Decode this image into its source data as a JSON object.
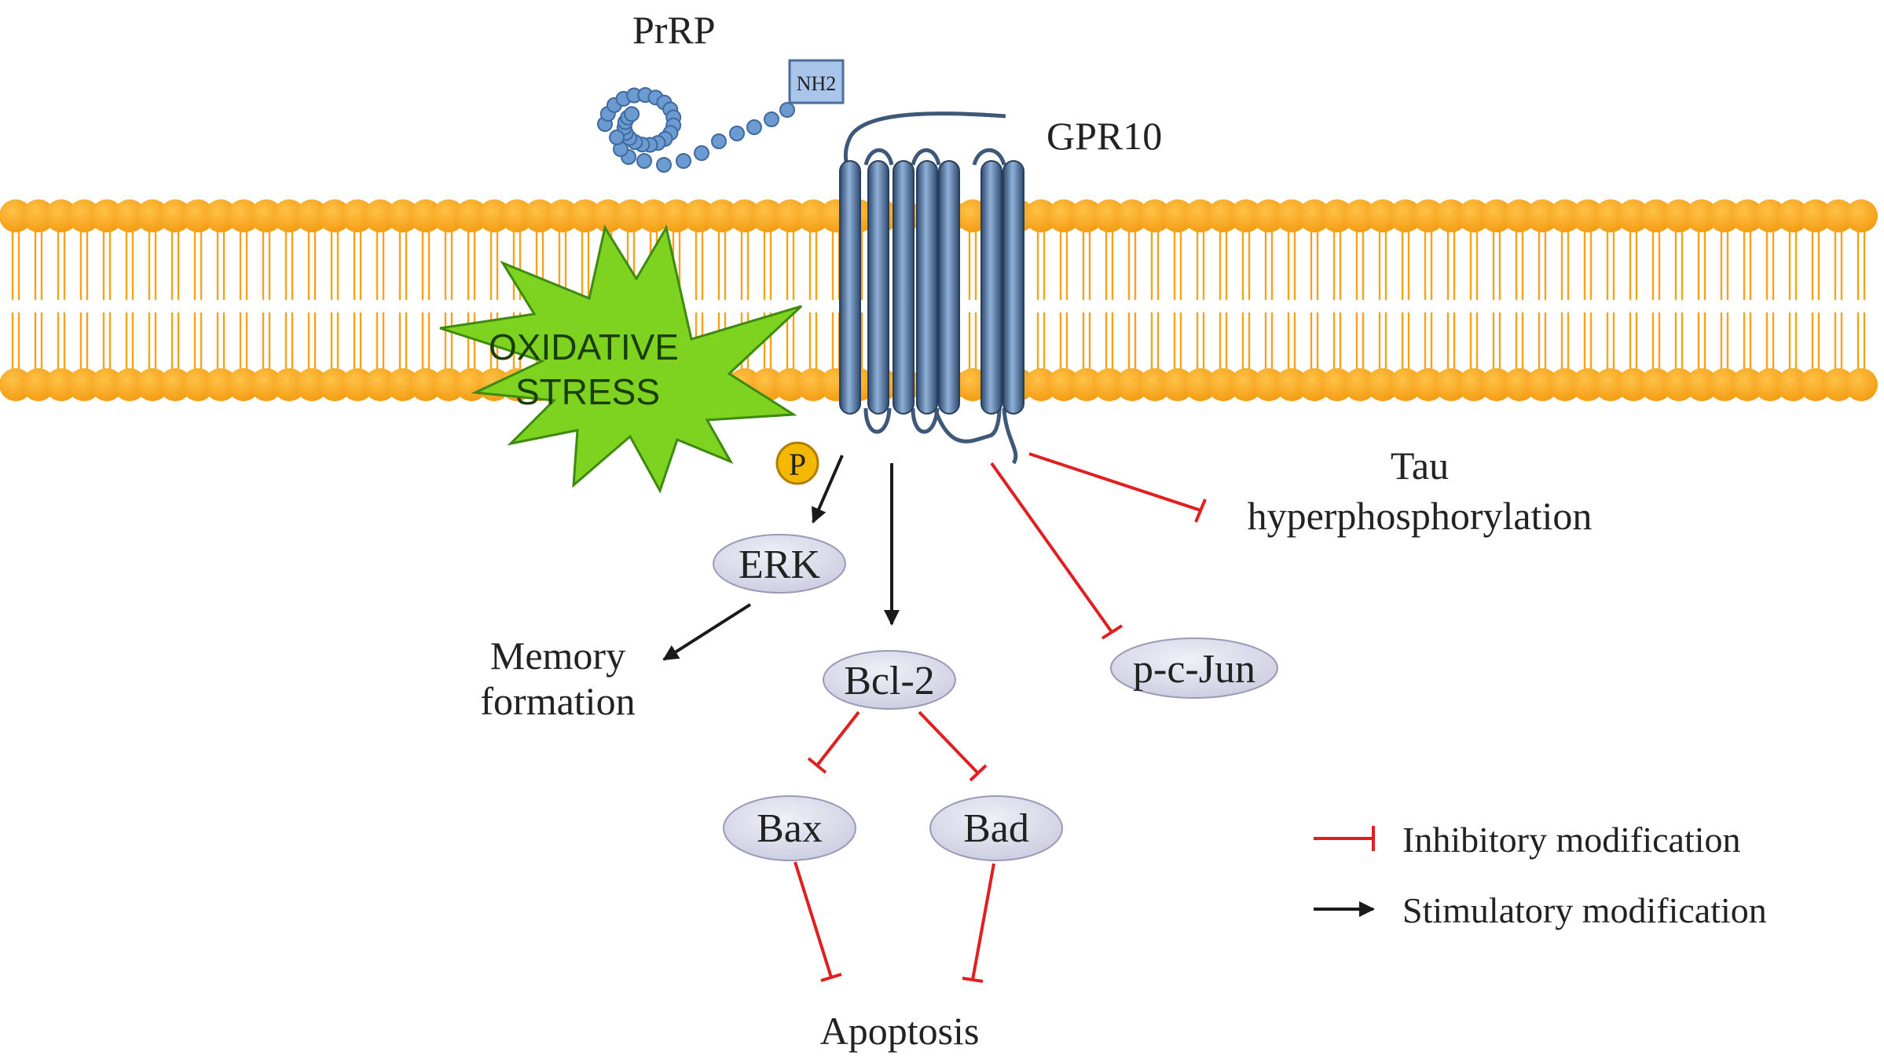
{
  "ligand": {
    "label": "PrRP",
    "terminus": "NH2"
  },
  "receptor": {
    "label": "GPR10"
  },
  "stress": {
    "line1": "OXIDATIVE",
    "line2": "STRESS"
  },
  "phospho": {
    "label": "P"
  },
  "nodes": {
    "erk": "ERK",
    "bcl2": "Bcl-2",
    "bax": "Bax",
    "bad": "Bad",
    "pcjun": "p-c-Jun"
  },
  "outcomes": {
    "memory_line1": "Memory",
    "memory_line2": "formation",
    "tau_line1": "Tau",
    "tau_line2": "hyperphosphorylation",
    "apoptosis": "Apoptosis"
  },
  "legend": {
    "inhibitory": "Inhibitory modification",
    "stimulatory": "Stimulatory modification"
  },
  "colors": {
    "membrane": "#F7A21B",
    "receptor": "#5B7EA6",
    "stress": "#7ED321",
    "node_fill": "#DCDCEC",
    "inhibitory": "#E02020",
    "stimulatory": "#1A1A1A",
    "phospho": "#F5B800",
    "ligand": "#6C9BD2"
  }
}
